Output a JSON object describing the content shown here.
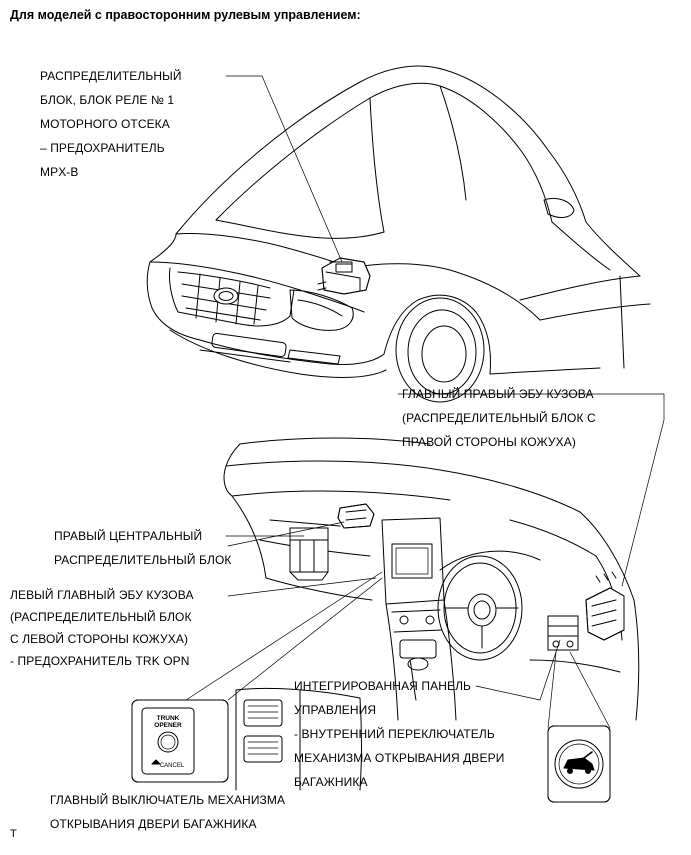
{
  "header": "Для моделей с правосторонним рулевым управлением:",
  "labels": {
    "relay_block": [
      "РАСПРЕДЕЛИТЕЛЬНЫЙ",
      "БЛОК, БЛОК РЕЛЕ № 1",
      "МОТОРНОГО ОТСЕКА",
      "– ПРЕДОХРАНИТЕЛЬ",
      "MPX-B"
    ],
    "main_body_ecu_right": [
      "ГЛАВНЫЙ ПРАВЫЙ ЭБУ КУЗОВА",
      "(РАСПРЕДЕЛИТЕЛЬНЫЙ БЛОК С",
      "ПРАВОЙ СТОРОНЫ КОЖУХА)"
    ],
    "right_center_jb": [
      "ПРАВЫЙ ЦЕНТРАЛЬНЫЙ",
      "РАСПРЕДЕЛИТЕЛЬНЫЙ БЛОК"
    ],
    "left_main_body_ecu": [
      "ЛЕВЫЙ ГЛАВНЫЙ ЭБУ КУЗОВА",
      "(РАСПРЕДЕЛИТЕЛЬНЫЙ БЛОК",
      "С ЛЕВОЙ СТОРОНЫ КОЖУХА)",
      " - ПРЕДОХРАНИТЕЛЬ TRK OPN"
    ],
    "integrated_panel": [
      "ИНТЕГРИРОВАННАЯ ПАНЕЛЬ",
      "УПРАВЛЕНИЯ",
      " - ВНУТРЕННИЙ ПЕРЕКЛЮЧАТЕЛЬ",
      "МЕХАНИЗМА ОТКРЫВАНИЯ ДВЕРИ",
      "БАГАЖНИКА"
    ],
    "main_switch": [
      "ГЛАВНЫЙ ВЫКЛЮЧАТЕЛЬ МЕХАНИЗМА",
      "ОТКРЫВАНИЯ ДВЕРИ БАГАЖНИКА"
    ]
  },
  "switch_panel": {
    "line1": "TRUNK",
    "line2": "OPENER",
    "cancel": "CANCEL"
  },
  "corner_mark": "T",
  "icons": {
    "trunk_opener": "car-trunk-open-icon",
    "logo": "lexus-emblem-icon"
  }
}
